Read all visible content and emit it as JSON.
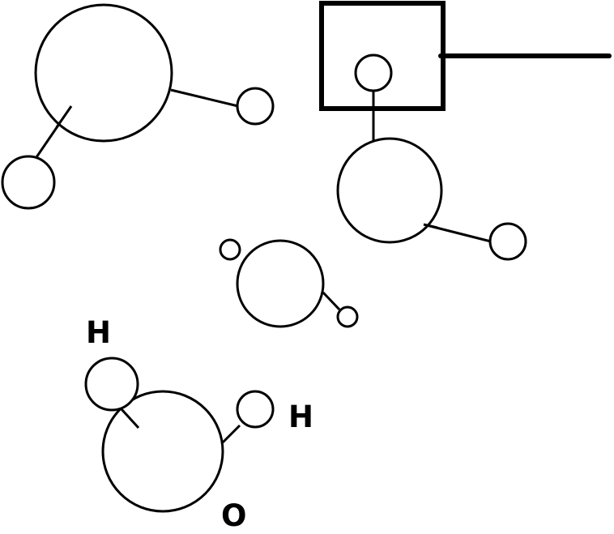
{
  "colors": {
    "background": "#ffffff",
    "stroke": "#000000"
  },
  "labels": {
    "hydrogen_left": "H",
    "hydrogen_right": "H",
    "oxygen": "O"
  }
}
